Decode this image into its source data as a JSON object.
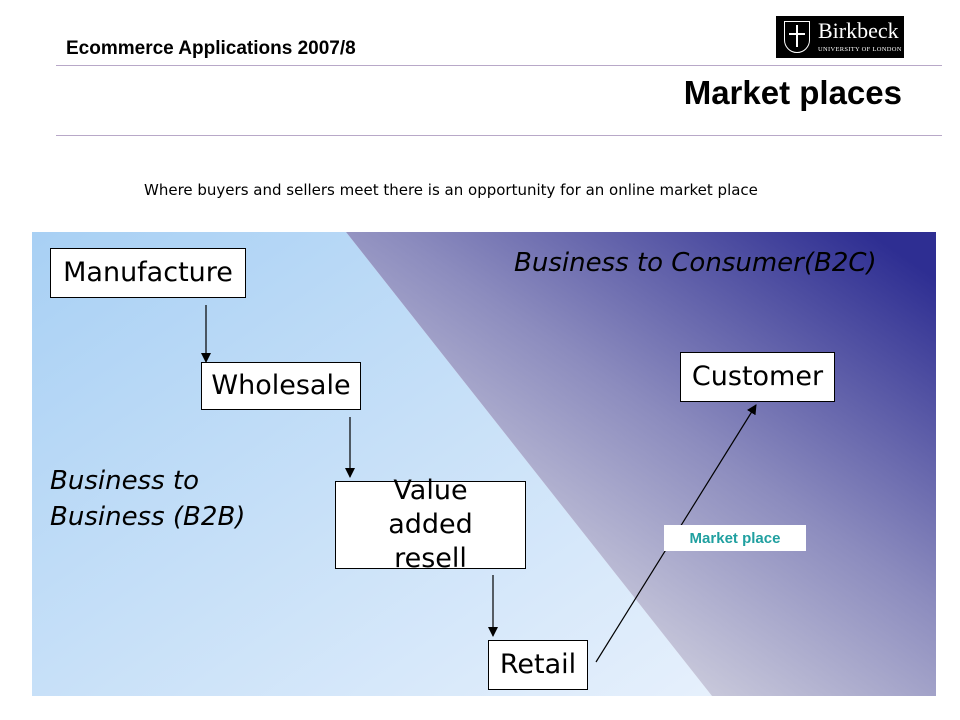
{
  "header": {
    "course": "Ecommerce Applications 2007/8",
    "logo_name": "Birkbeck",
    "logo_sub": "UNIVERSITY OF LONDON"
  },
  "title": "Market places",
  "subtitle": "Where buyers and sellers meet there is an opportunity for an online market place",
  "diagram": {
    "nodes": {
      "manufacture": "Manufacture",
      "wholesale": "Wholesale",
      "value_added": "Value added resell",
      "retail": "Retail",
      "customer": "Customer"
    },
    "regions": {
      "b2c": "Business to Consumer(B2C)",
      "b2b": "Business to Business (B2B)"
    },
    "edge_label": "Market place"
  },
  "colors": {
    "b2b_light": "#e6f0fc",
    "b2b_blue": "#a8d0f4",
    "b2c_light": "#dcdce4",
    "b2c_dark": "#2e2e92",
    "market_place_text": "#20a0a0"
  }
}
